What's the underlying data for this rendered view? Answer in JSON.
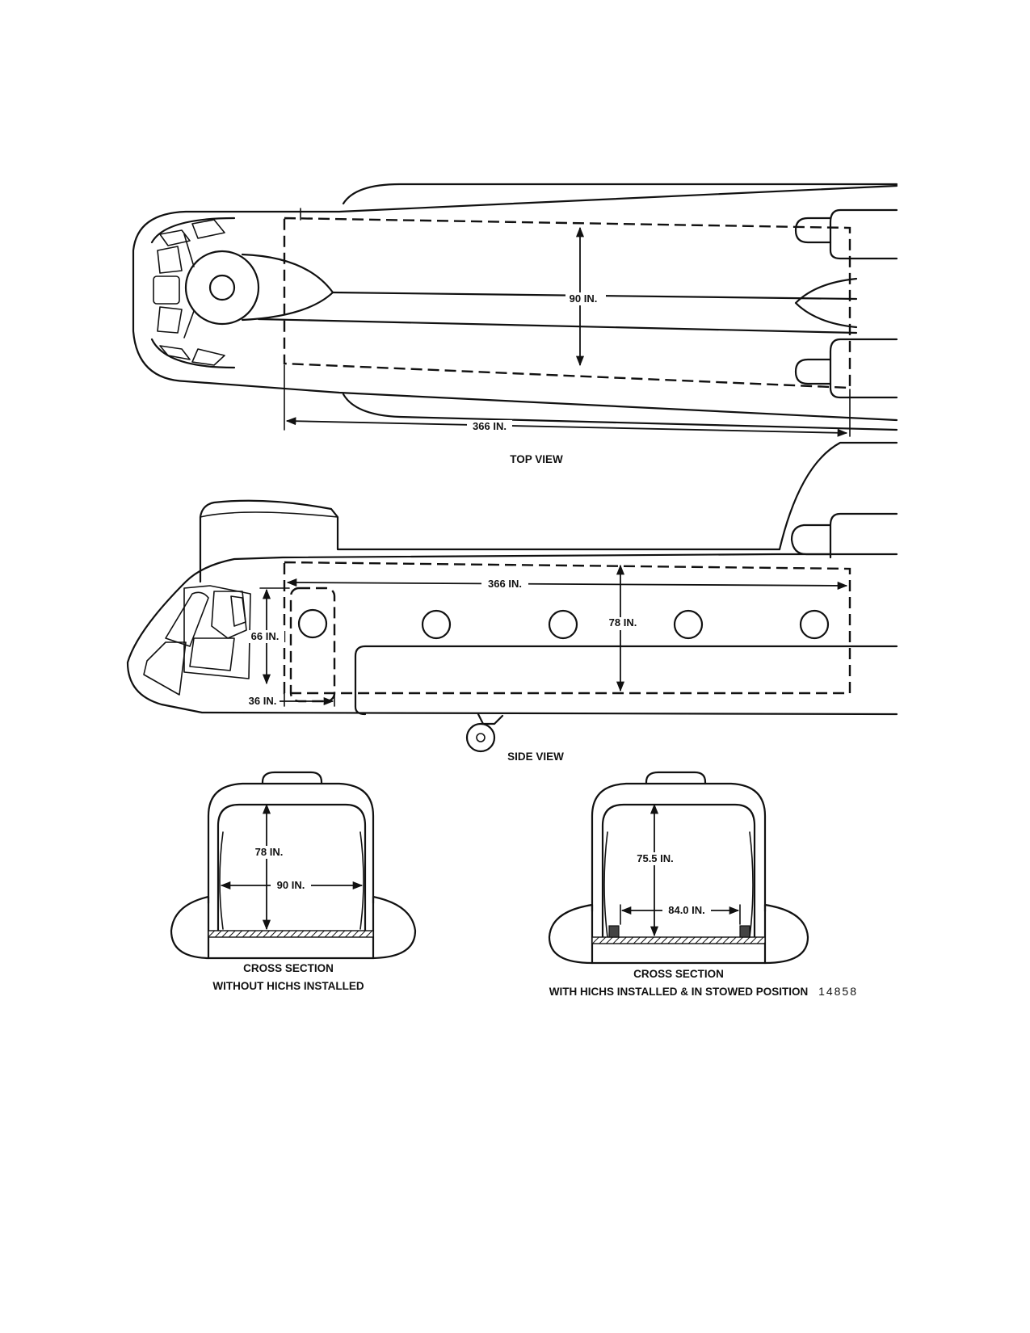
{
  "top_view": {
    "caption": "TOP VIEW",
    "width_label": "90 IN.",
    "length_label": "366 IN."
  },
  "side_view": {
    "caption": "SIDE VIEW",
    "length_label": "366 IN.",
    "height_label": "78 IN.",
    "door_height_label": "66 IN.",
    "door_width_label": "36 IN."
  },
  "cross_section_left": {
    "caption_line1": "CROSS SECTION",
    "caption_line2": "WITHOUT HICHS INSTALLED",
    "height_label": "78 IN.",
    "width_label": "90 IN."
  },
  "cross_section_right": {
    "caption_line1": "CROSS SECTION",
    "caption_line2": "WITH HICHS INSTALLED & IN STOWED POSITION",
    "height_label": "75.5 IN.",
    "width_label": "84.0 IN."
  },
  "figure_code": "14858"
}
